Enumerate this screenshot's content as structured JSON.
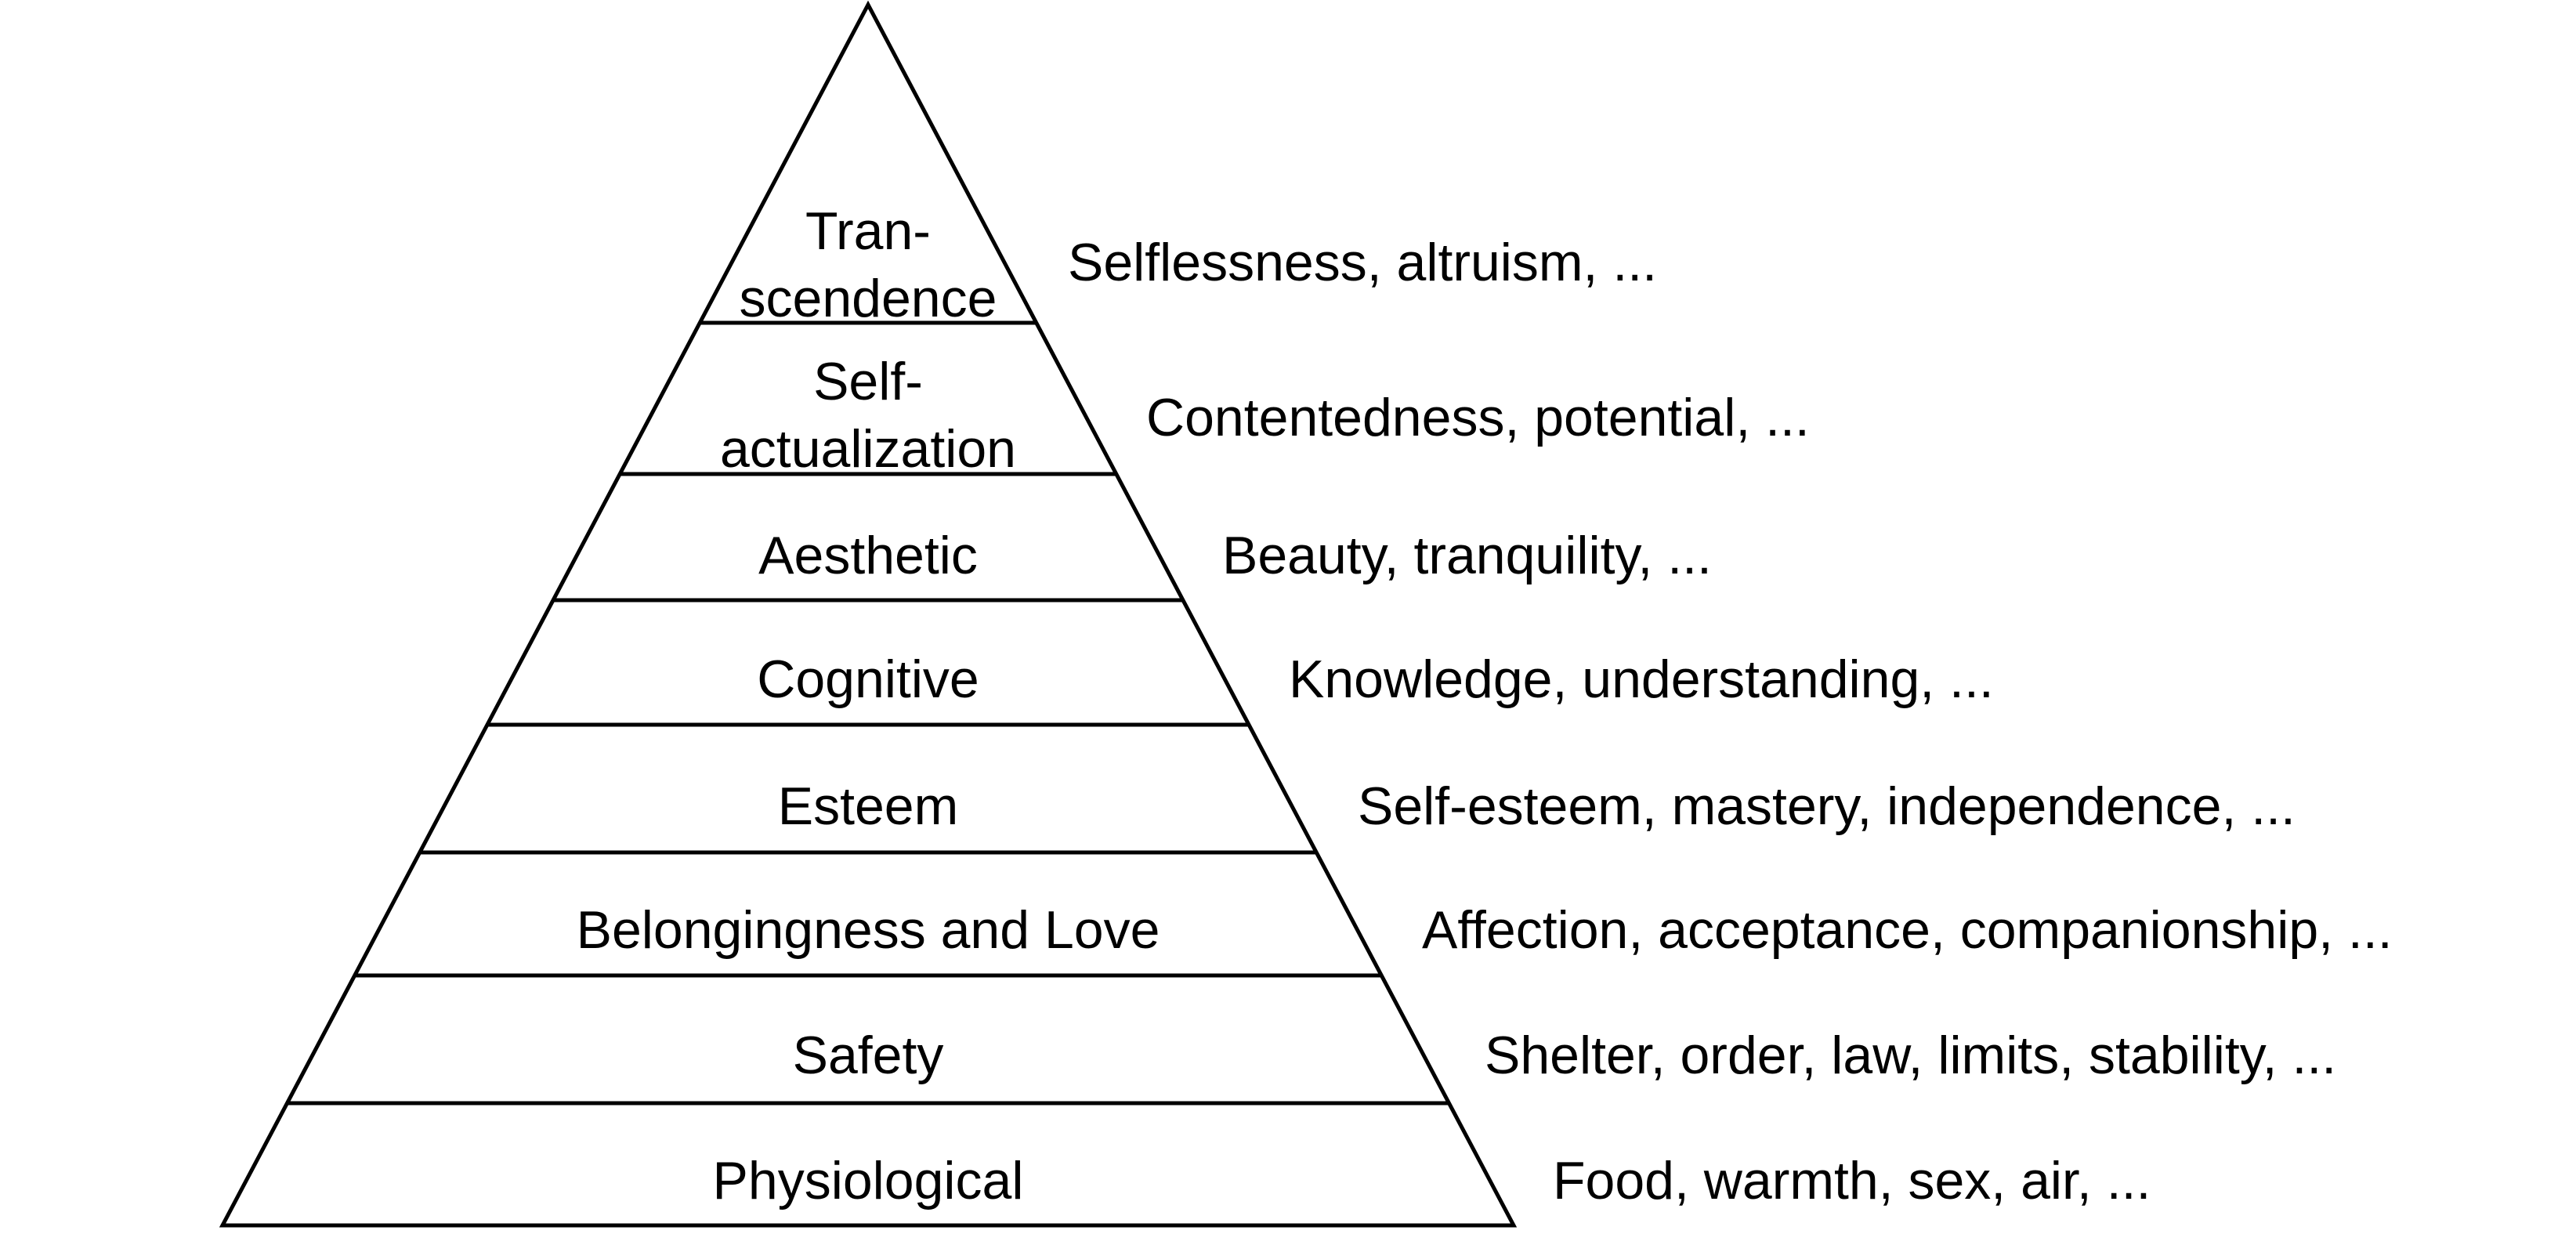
{
  "diagram": {
    "levels": [
      {
        "name_lines": [
          "Tran-",
          "scendence"
        ],
        "description": "Selflessness, altruism, ..."
      },
      {
        "name_lines": [
          "Self-",
          "actualization"
        ],
        "description": "Contentedness, potential, ..."
      },
      {
        "name_lines": [
          "Aesthetic"
        ],
        "description": "Beauty, tranquility, ..."
      },
      {
        "name_lines": [
          "Cognitive"
        ],
        "description": "Knowledge, understanding, ..."
      },
      {
        "name_lines": [
          "Esteem"
        ],
        "description": "Self-esteem, mastery, independence, ..."
      },
      {
        "name_lines": [
          "Belongingness and Love"
        ],
        "description": "Affection, acceptance, companionship, ..."
      },
      {
        "name_lines": [
          "Safety"
        ],
        "description": "Shelter, order, law, limits, stability, ..."
      },
      {
        "name_lines": [
          "Physiological"
        ],
        "description": "Food, warmth, sex, air, ..."
      }
    ],
    "colors": {
      "stroke": "#000000",
      "fill": "#ffffff",
      "text": "#000000"
    }
  }
}
